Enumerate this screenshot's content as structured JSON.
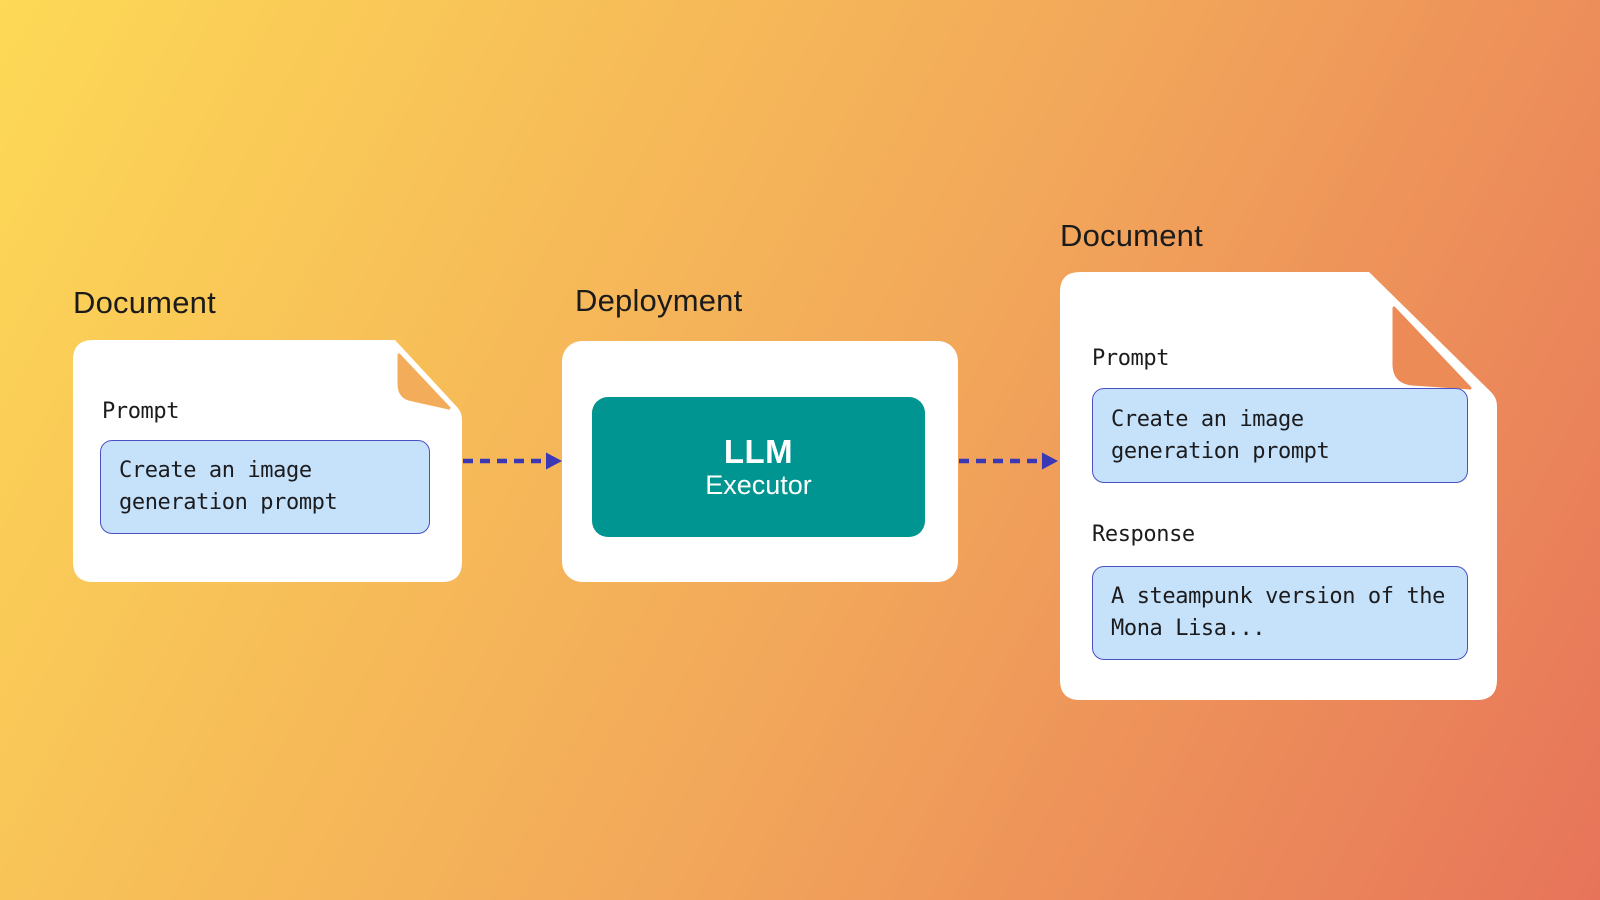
{
  "colors": {
    "background_start": "#FDD956",
    "background_mid": "#F2A75A",
    "background_end": "#E7745A",
    "card": "#FFFFFF",
    "value_box_fill": "#C6E2FB",
    "value_box_border": "#4B50C5",
    "arrow": "#3B38B5",
    "executor_fill": "#009590",
    "title_text": "#1B1B1B",
    "fold_left": "#F3AC5A",
    "fold_right": "#EC8B55"
  },
  "left_document": {
    "title": "Document",
    "prompt": {
      "label": "Prompt",
      "lines": [
        "Create an image",
        "generation prompt"
      ]
    }
  },
  "deployment": {
    "title": "Deployment",
    "executor": {
      "name": "LLM",
      "role": "Executor"
    }
  },
  "right_document": {
    "title": "Document",
    "prompt": {
      "label": "Prompt",
      "lines": [
        "Create an image",
        "generation prompt"
      ]
    },
    "response": {
      "label": "Response",
      "lines": [
        "A steampunk version of the",
        "Mona Lisa..."
      ]
    }
  }
}
